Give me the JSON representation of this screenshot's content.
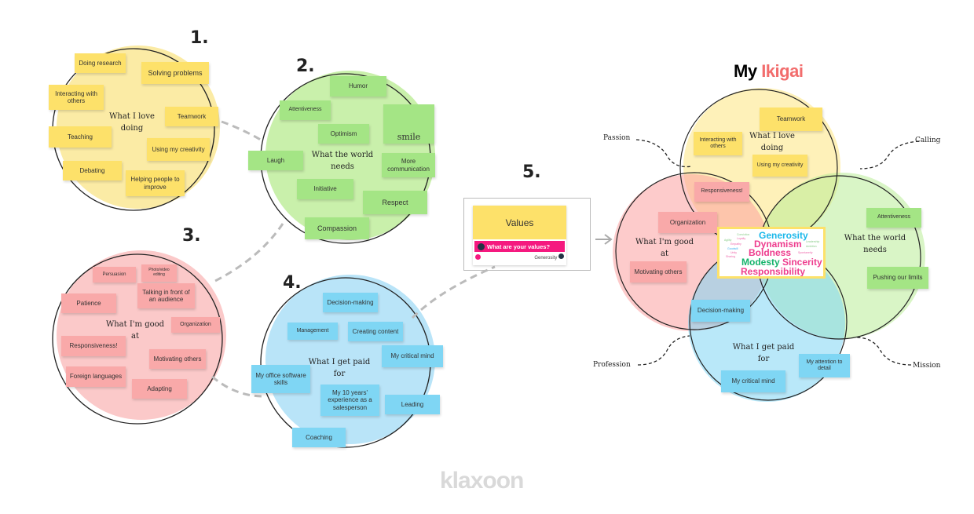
{
  "steps": [
    "1.",
    "2.",
    "3.",
    "4.",
    "5."
  ],
  "circle1": {
    "label": "What I love doing",
    "notes": [
      "Doing research",
      "Solving problems",
      "Interacting with others",
      "Teamwork",
      "Teaching",
      "Using my creativity",
      "Debating",
      "Helping people to improve"
    ]
  },
  "circle2": {
    "label": "What the world needs",
    "notes": [
      "Humor",
      "Attentiveness",
      "Optimism",
      "Laugh",
      "More communication",
      "Initiative",
      "Respect",
      "Compassion"
    ],
    "drawing": "smile"
  },
  "circle3": {
    "label": "What I'm good at",
    "notes": [
      "Persuasion",
      "Photo/video editing",
      "Talking in front of an audience",
      "Patience",
      "Organization",
      "Responsiveness!",
      "Motivating others",
      "Foreign languages",
      "Adapting"
    ]
  },
  "circle4": {
    "label": "What I get paid for",
    "notes": [
      "Decision-making",
      "Management",
      "Creating content",
      "My critical mind",
      "My office software skills",
      "My 10 years' experience as a salesperson",
      "Leading",
      "Coaching"
    ]
  },
  "values_card": {
    "title": "Values",
    "question": "What are your values?",
    "answer": "Generosity"
  },
  "ikigai": {
    "title_a": "My",
    "title_b": "Ikigai",
    "title_color": "#f26d6d",
    "sides": [
      "Passion",
      "Calling",
      "Profession",
      "Mission"
    ],
    "labels": [
      "What I love doing",
      "What I'm good at",
      "What the world needs",
      "What I get paid for"
    ],
    "notes": [
      "Teamwork",
      "Interacting with others",
      "Using my creativity",
      "Responsiveness!",
      "Organization",
      "Attentiveness",
      "Motivating others",
      "Pushing our limits",
      "Decision-making",
      "My attention to detail",
      "My critical mind"
    ],
    "cloud_big": [
      "Generosity",
      "Dynamism",
      "Boldness",
      "Modesty",
      "Sincerity",
      "Responsibility"
    ],
    "cloud_small": [
      "Conviction",
      "Agility",
      "Loyalty",
      "Empathy",
      "Goodwill",
      "Unity",
      "Sharing",
      "Leadership",
      "Ambition",
      "Spontaneity"
    ]
  },
  "watermark": "klaxoon"
}
